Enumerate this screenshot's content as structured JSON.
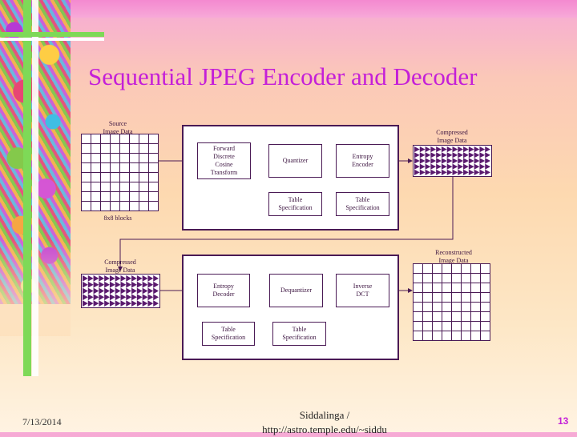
{
  "title": "Sequential JPEG Encoder and Decoder",
  "encoder": {
    "source_label": "Source\nImage Data",
    "blocks_label": "8x8 blocks",
    "fdct": "Forward\nDiscrete\nCosine\nTransform",
    "quantizer": "Quantizer",
    "entropy_encoder": "Entropy\nEncoder",
    "table_spec_1": "Table\nSpecification",
    "table_spec_2": "Table\nSpecification",
    "compressed_label": "Compressed\nImage Data"
  },
  "decoder": {
    "compressed_label": "Compressed\nImage Data",
    "entropy_decoder": "Entropy\nDecoder",
    "dequantizer": "Dequantizer",
    "idct": "Inverse\nDCT",
    "table_spec_1": "Table\nSpecification",
    "table_spec_2": "Table\nSpecification",
    "reconstructed_label": "Reconstructed\nImage Data"
  },
  "footer": {
    "date": "7/13/2014",
    "author_line1": "Siddalinga /",
    "author_line2": "http://astro.temple.edu/~siddu",
    "page": "13"
  },
  "colors": {
    "title": "#c41fd8",
    "stroke": "#4a1a55",
    "triangle_fill": "#5a1a6e"
  }
}
